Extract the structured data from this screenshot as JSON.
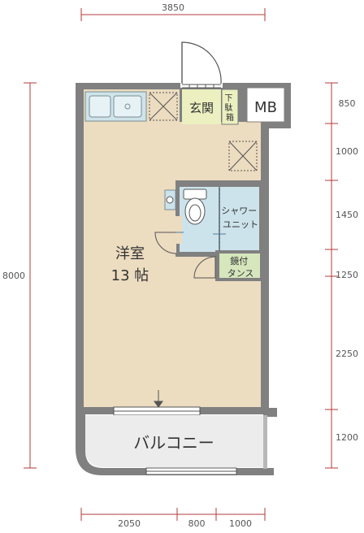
{
  "dimensions": {
    "top_total": "3850",
    "left_total": "8000",
    "right": [
      "850",
      "1000",
      "1450",
      "1250",
      "2250",
      "1200"
    ],
    "bottom": [
      "2050",
      "800",
      "1000"
    ]
  },
  "rooms": {
    "entrance": "玄関",
    "shoe_box": "下駄箱",
    "meter_box": "MB",
    "western_room": "洋室",
    "western_room_size": "13 帖",
    "shower": [
      "シャワー",
      "ユニット"
    ],
    "closet": [
      "鏡付",
      "タンス"
    ],
    "balcony": "バルコニー"
  },
  "colors": {
    "wall": "#808080",
    "floor": "#ecdcc0",
    "entrance_floor": "#ecf0c0",
    "shower_floor": "#cde3ec",
    "closet_floor": "#d6e6bd",
    "balcony_floor": "#ececec",
    "dimension_line": "#b33a3a"
  }
}
